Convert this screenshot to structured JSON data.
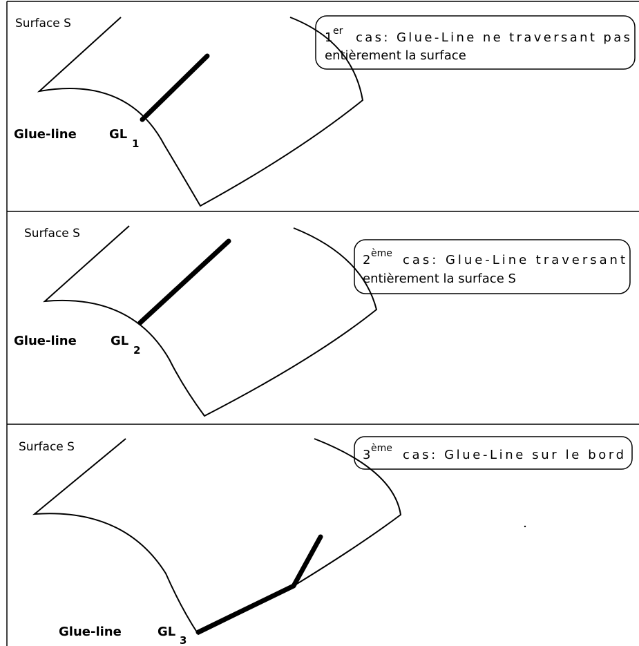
{
  "panels": [
    {
      "surface_label": "Surface S",
      "glueline_label": "Glue-line",
      "gl_letters": "GL",
      "gl_index": "1",
      "note_ordinal": "1",
      "note_suffix": "er",
      "note_lines": [
        "cas: Glue-Line ne traversant pas",
        "entièrement la surface"
      ]
    },
    {
      "surface_label": "Surface S",
      "glueline_label": "Glue-line",
      "gl_letters": "GL",
      "gl_index": "2",
      "note_ordinal": "2",
      "note_suffix": "ème",
      "note_lines": [
        "cas: Glue-Line traversant",
        "entièrement la surface S"
      ]
    },
    {
      "surface_label": "Surface S",
      "glueline_label": "Glue-line",
      "gl_letters": "GL",
      "gl_index": "3",
      "note_ordinal": "3",
      "note_suffix": "ème",
      "note_lines": [
        "cas: Glue-Line sur le bord"
      ]
    }
  ],
  "colors": {
    "stroke": "#000000",
    "background": "#ffffff"
  }
}
